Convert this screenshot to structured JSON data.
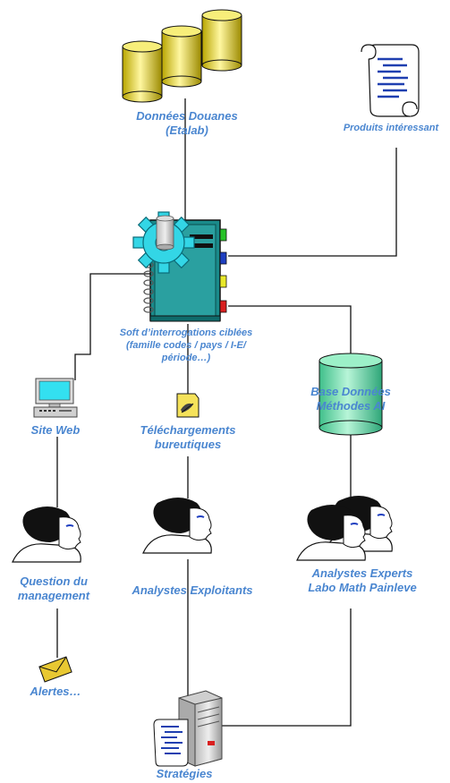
{
  "nodes": {
    "donnees_douanes": {
      "line1": "Données Douanes",
      "line2": "(Etalab)"
    },
    "produits": {
      "label": "Produits intéressant"
    },
    "soft": {
      "line1": "Soft d’interrogations ciblées",
      "line2": "(famille codes / pays / I-E/",
      "line3": "période…)"
    },
    "site_web": {
      "label": "Site Web"
    },
    "telechargements": {
      "line1": "Téléchargements",
      "line2": "bureutiques"
    },
    "base": {
      "line1": "Base Données",
      "line2": "Méthodes AI"
    },
    "question": {
      "line1": "Question du",
      "line2": "management"
    },
    "analystes_exploitants": {
      "label": "Analystes Exploitants"
    },
    "analystes_experts": {
      "line1": "Analystes Experts",
      "line2": "Labo Math Painleve"
    },
    "alertes": {
      "label": "Alertes…"
    },
    "strategies": {
      "label": "Stratégies"
    }
  },
  "colors": {
    "label": "#4a86d0",
    "database": "#f0e68c",
    "database_ai": "#7ee0b0",
    "gear": "#33d6e6",
    "device": "#1a8a8a"
  },
  "icons": [
    "database-icon",
    "document-icon",
    "gear-device-icon",
    "computer-icon",
    "file-icon",
    "person-icon",
    "envelope-icon",
    "server-icon"
  ]
}
